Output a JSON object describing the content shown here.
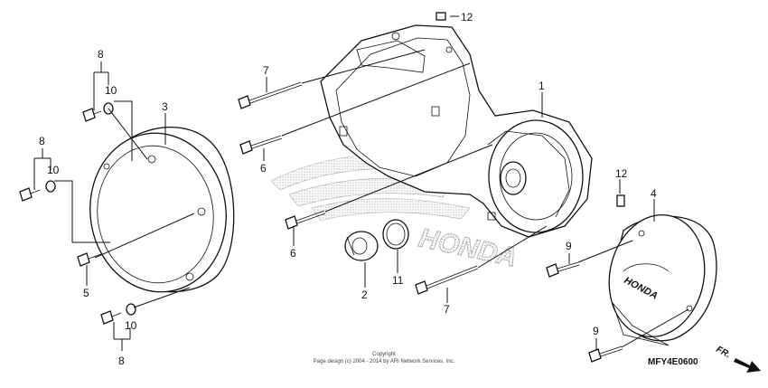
{
  "diagram": {
    "callouts": {
      "c1": "1",
      "c2": "2",
      "c3": "3",
      "c4": "4",
      "c5": "5",
      "c6a": "6",
      "c6b": "6",
      "c7a": "7",
      "c7b": "7",
      "c8a": "8",
      "c8b": "8",
      "c8c": "8",
      "c9a": "9",
      "c9b": "9",
      "c10a": "10",
      "c10b": "10",
      "c10c": "10",
      "c11": "11",
      "c12a": "12",
      "c12b": "12"
    },
    "watermark": "HONDA",
    "emblem_text": "HONDA",
    "copyright_line1": "Copyright",
    "copyright_line2": "Page design (c) 2004 - 2014 by ARI Network Services, Inc.",
    "drawing_code": "MFY4E0600",
    "direction_label": "FR."
  }
}
